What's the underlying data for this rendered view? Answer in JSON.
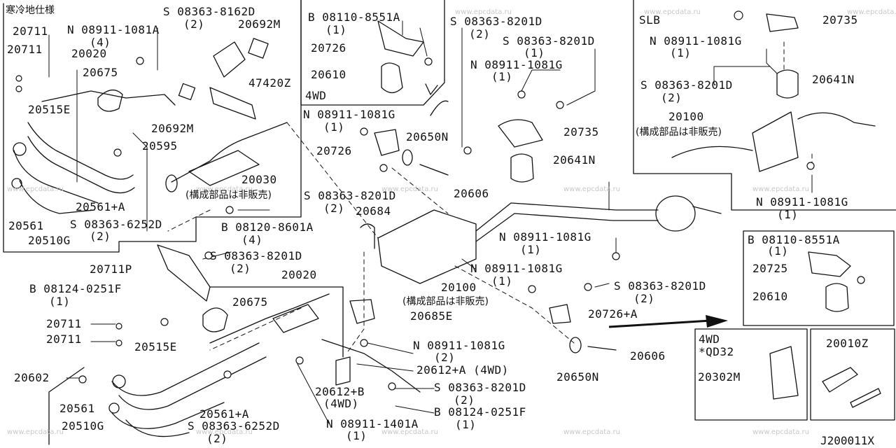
{
  "diagram": {
    "code": "J200011X",
    "watermark": "www.epcdata.ru",
    "notes": {
      "cold": "寒冷地仕様",
      "slb": "SLB",
      "fourwd_top": "4WD",
      "fourwd_bottom": "4WD",
      "qd32": "*QD32",
      "not_sold_1": "(構成部品は非販売)",
      "not_sold_2": "(構成部品は非販売)",
      "not_sold_3": "(構成部品は非販売)"
    },
    "labels": {
      "p20711_a": "20711",
      "p20711_b": "20711",
      "n0891_top": "N 08911-1081A",
      "n0891_top_q": "(4)",
      "p20020_top": "20020",
      "p20675_top": "20675",
      "s08363_8162d": "S 08363-8162D",
      "s08363_8162d_q": "(2)",
      "p20692m_a": "20692M",
      "p47420z": "47420Z",
      "p20692m_b": "20692M",
      "p20595": "20595",
      "p20515e_top": "20515E",
      "p20561a_top": "20561+A",
      "p20561_top": "20561",
      "s08363_6252d_top": "S 08363-6252D",
      "s08363_6252d_top_q": "(2)",
      "p20510g_top": "20510G",
      "b08110_top": "B 08110-8551A",
      "b08110_top_q": "(1)",
      "p20726_top": "20726",
      "p20610_top": "20610",
      "s08363_8201d_a": "S 08363-8201D",
      "s08363_8201d_a_q": "(2)",
      "s08363_8201d_b": "S 08363-8201D",
      "s08363_8201d_b_q": "(1)",
      "n0891_1081g_a": "N 08911-1081G",
      "n0891_1081g_a_q": "(1)",
      "n0891_1081g_b": "N 08911-1081G",
      "n0891_1081g_b_q": "(1)",
      "p20735_mid": "20735",
      "p20726_mid": "20726",
      "p20650n_mid": "20650N",
      "p20641n_mid": "20641N",
      "p20030": "20030",
      "p20606_mid": "20606",
      "s08363_8201d_c": "S 08363-8201D",
      "s08363_8201d_c_q": "(2)",
      "p20684": "20684",
      "b08120": "B 08120-8601A",
      "b08120_q": "(4)",
      "p20735_slb": "20735",
      "n0891_slb_a": "N 08911-1081G",
      "n0891_slb_a_q": "(1)",
      "s08363_slb": "S 08363-8201D",
      "s08363_slb_q": "(2)",
      "p20641n_slb": "20641N",
      "p20100_slb": "20100",
      "n0891_slb_b": "N 08911-1081G",
      "n0891_slb_b_q": "(1)",
      "n0891_1081g_c": "N 08911-1081G",
      "n0891_1081g_c_q": "(1)",
      "n0891_1081g_d": "N 08911-1081G",
      "n0891_1081g_d_q": "(1)",
      "s08363_8201d_d": "S 08363-8201D",
      "s08363_8201d_d_q": "(2)",
      "p20100_main": "20100",
      "p20685e": "20685E",
      "p20726a": "20726+A",
      "b08110_right": "B 08110-8551A",
      "b08110_right_q": "(1)",
      "p20725": "20725",
      "p20610_right": "20610",
      "s08363_8201d_e": "S 08363-8201D",
      "s08363_8201d_e_q": "(2)",
      "p20711p": "20711P",
      "p20020_low": "20020",
      "b08124_a": "B 08124-0251F",
      "b08124_a_q": "(1)",
      "p20675_low": "20675",
      "p20711_c": "20711",
      "p20711_d": "20711",
      "p20515e_low": "20515E",
      "p20602": "20602",
      "p20561_low": "20561",
      "p20510g_low": "20510G",
      "p20561a_low": "20561+A",
      "s08363_6252d_low": "S 08363-6252D",
      "s08363_6252d_low_q": "(2)",
      "n0891_1081g_e": "N 08911-1081G",
      "n0891_1081g_e_q": "(2)",
      "p20612a": "20612+A (4WD)",
      "p20612b": "20612+B",
      "p20612b_q": "(4WD)",
      "s08363_8201d_f": "S 08363-8201D",
      "s08363_8201d_f_q": "(2)",
      "b08124_b": "B 08124-0251F",
      "b08124_b_q": "(1)",
      "n0891_1401a": "N 08911-1401A",
      "n0891_1401a_q": "(1)",
      "p20650n_low": "20650N",
      "p20606_low": "20606",
      "p20010z": "20010Z",
      "p20302m": "20302M"
    }
  }
}
